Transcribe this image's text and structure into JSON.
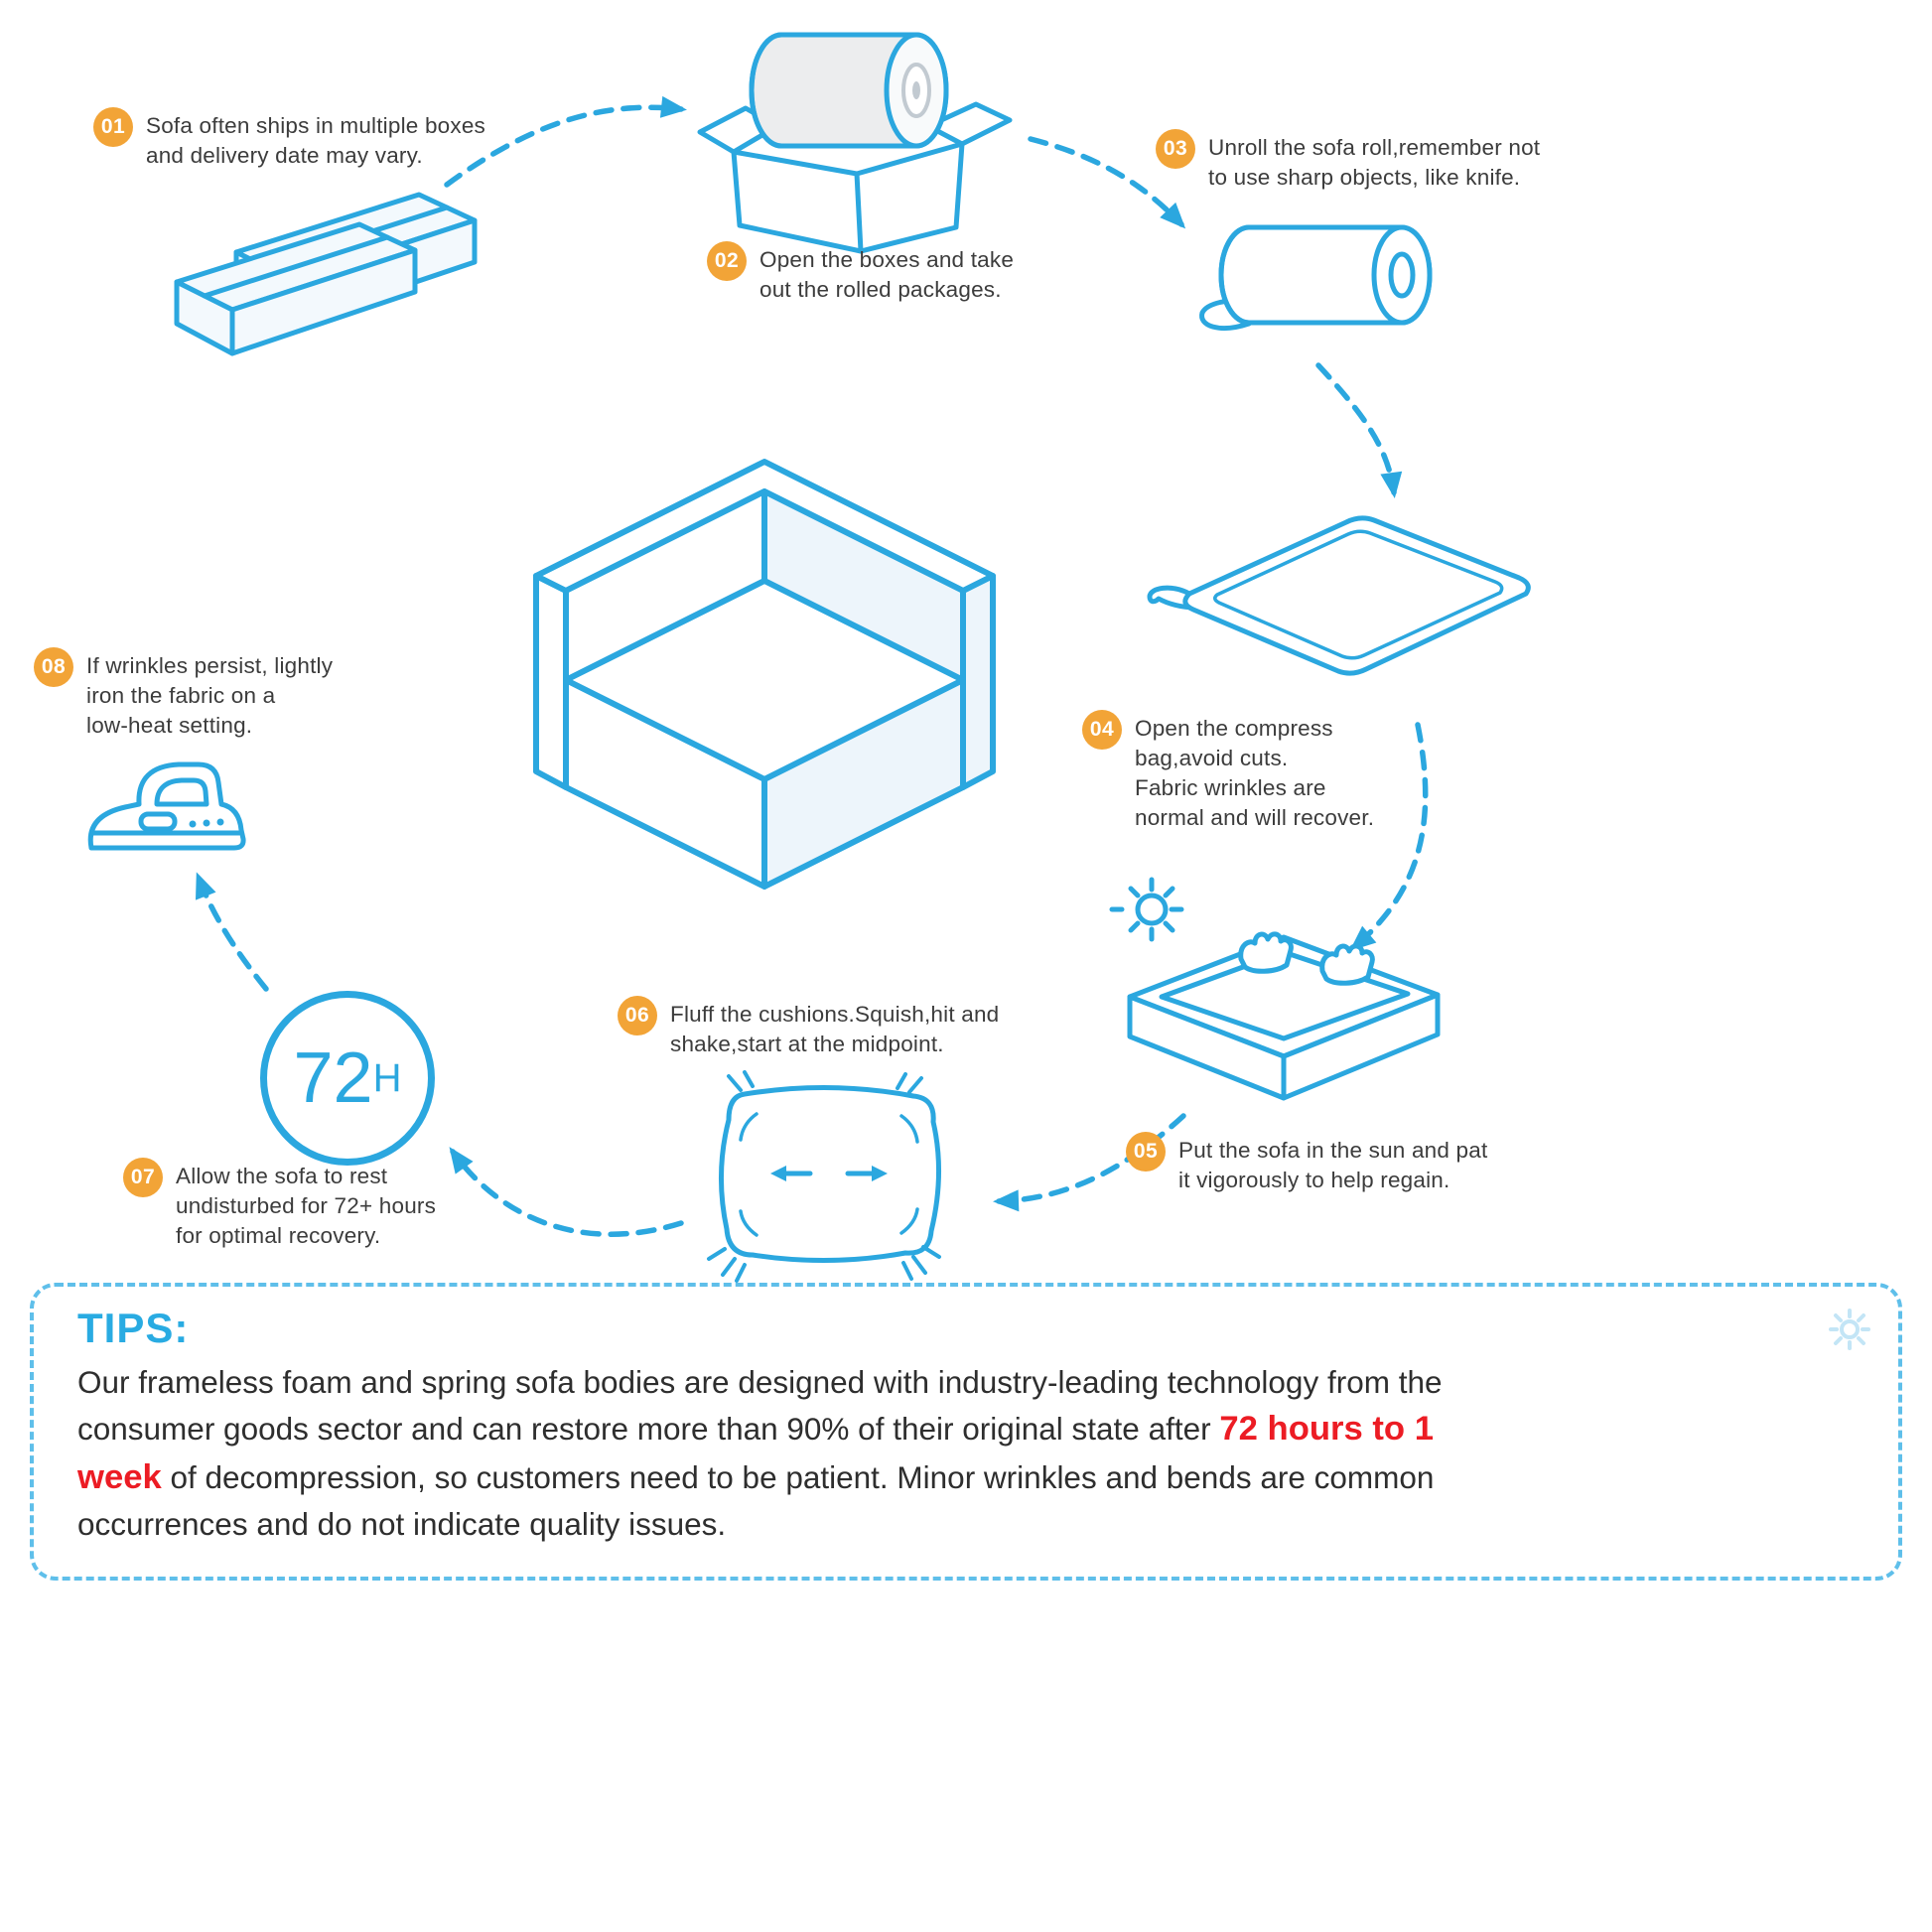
{
  "steps": [
    {
      "num": "01",
      "text": "Sofa often ships in multiple boxes\nand delivery date may vary."
    },
    {
      "num": "02",
      "text": "Open the boxes and take\nout the rolled packages."
    },
    {
      "num": "03",
      "text": "Unroll the sofa roll,remember not\nto use sharp objects, like knife."
    },
    {
      "num": "04",
      "text": "Open the compress\nbag,avoid cuts.\nFabric wrinkles are\nnormal and will recover."
    },
    {
      "num": "05",
      "text": "Put the sofa in the sun and pat\nit vigorously to help regain."
    },
    {
      "num": "06",
      "text": "Fluff the cushions.Squish,hit and\nshake,start at the midpoint."
    },
    {
      "num": "07",
      "text": "Allow the sofa to rest\nundisturbed for 72+ hours\nfor optimal recovery."
    },
    {
      "num": "08",
      "text": "If wrinkles persist, lightly\niron the fabric on a\nlow-heat setting."
    }
  ],
  "clock": {
    "hours": "72",
    "unit": "H"
  },
  "tips": {
    "heading": "TIPS:",
    "body_before": "Our frameless foam and spring sofa bodies are designed with industry-leading technology from the consumer goods sector and can restore more than 90% of their original state after ",
    "highlight": "72 hours to 1 week",
    "body_after": " of decompression, so customers need to be patient. Minor wrinkles and bends are common occurrences and do not indicate quality issues."
  },
  "colors": {
    "accent_blue": "#2BA7DF",
    "badge_orange": "#F2A437",
    "highlight_red": "#EC1C24",
    "roll_gray": "#ECEDEE"
  },
  "icons": {
    "sun": "sun-icon",
    "iron": "iron-icon",
    "pillow": "pillow-icon",
    "clock": "72h-badge",
    "hands": "patting-hands-icon",
    "boxes": "shipping-boxes-icon",
    "open_box": "open-box-with-roll-icon",
    "roll": "sofa-roll-icon",
    "bag": "compress-bag-icon",
    "sofa": "corner-sofa-icon"
  }
}
